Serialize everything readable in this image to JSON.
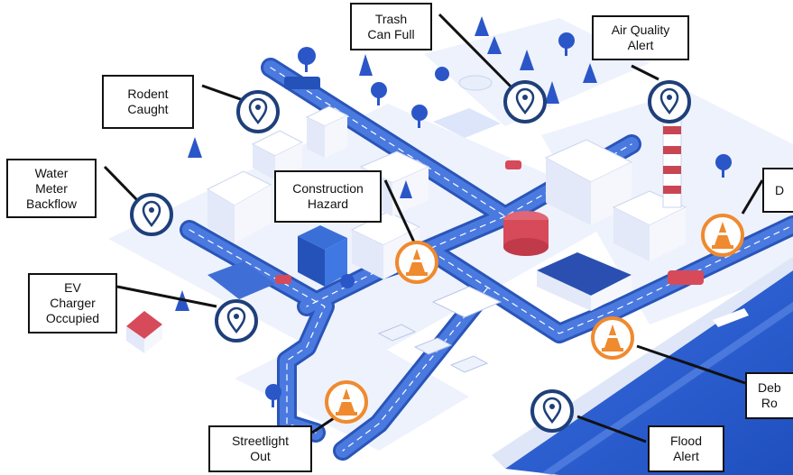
{
  "colors": {
    "road": "#3f6fd6",
    "road_edge": "#2a55b8",
    "ground": "#e9eefb",
    "building": "#f3f6fd",
    "building_shade": "#d6def3",
    "sensor_blue": "#1e3f7a",
    "hazard_orange": "#ef8a2f",
    "water": "#2f5fd0",
    "tree": "#2b56c8",
    "accent_red": "#d64a5a"
  },
  "markers": [
    {
      "id": "rodent",
      "icon": "location-pin-icon",
      "kind": "sensor"
    },
    {
      "id": "trash",
      "icon": "location-pin-icon",
      "kind": "sensor"
    },
    {
      "id": "airquality",
      "icon": "location-pin-icon",
      "kind": "sensor"
    },
    {
      "id": "water",
      "icon": "location-pin-icon",
      "kind": "sensor"
    },
    {
      "id": "ev",
      "icon": "location-pin-icon",
      "kind": "sensor"
    },
    {
      "id": "flood",
      "icon": "location-pin-icon",
      "kind": "sensor"
    },
    {
      "id": "construction",
      "icon": "traffic-cone-icon",
      "kind": "hazard"
    },
    {
      "id": "streetlight",
      "icon": "traffic-cone-icon",
      "kind": "hazard"
    },
    {
      "id": "debris",
      "icon": "traffic-cone-icon",
      "kind": "hazard"
    },
    {
      "id": "right_edge",
      "icon": "traffic-cone-icon",
      "kind": "hazard"
    }
  ],
  "callouts": {
    "trash": "Trash\nCan Full",
    "air_quality": "Air Quality\nAlert",
    "rodent": "Rodent\nCaught",
    "water_meter": "Water\nMeter\nBackflow",
    "construction": "Construction\nHazard",
    "ev_charger": "EV\nCharger\nOccupied",
    "streetlight": "Streetlight\nOut",
    "flood": "Flood\nAlert",
    "debris": "Deb\nRo",
    "right_edge": "D"
  }
}
